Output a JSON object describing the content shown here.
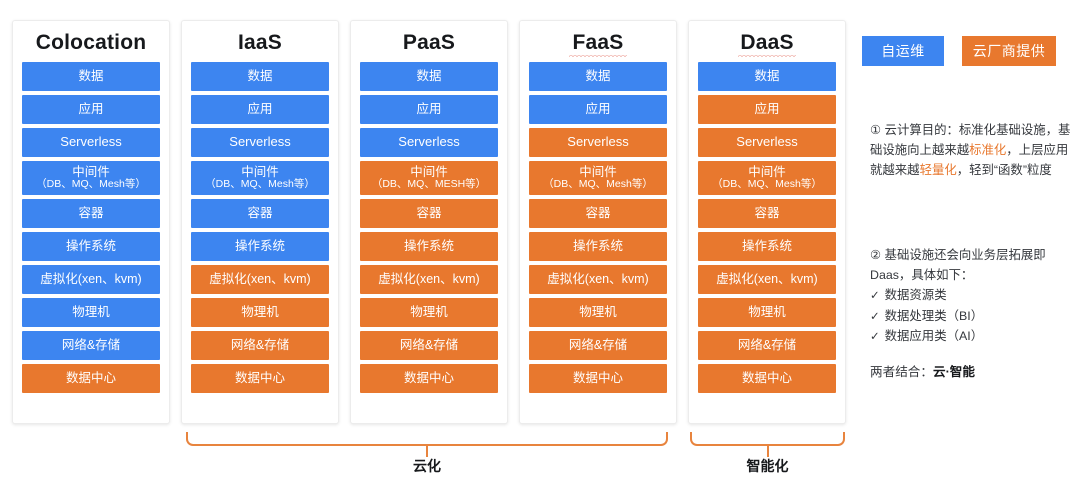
{
  "diagram": {
    "title_hidden": "",
    "columns": [
      {
        "name": "Colocation",
        "squiggle": false,
        "layers": [
          {
            "label": "数据",
            "sub": "",
            "color": "blue"
          },
          {
            "label": "应用",
            "sub": "",
            "color": "blue"
          },
          {
            "label": "Serverless",
            "sub": "",
            "color": "blue"
          },
          {
            "label": "中间件",
            "sub": "（DB、MQ、Mesh等）",
            "color": "blue"
          },
          {
            "label": "容器",
            "sub": "",
            "color": "blue"
          },
          {
            "label": "操作系统",
            "sub": "",
            "color": "blue"
          },
          {
            "label": "虚拟化(xen、kvm)",
            "sub": "",
            "color": "blue"
          },
          {
            "label": "物理机",
            "sub": "",
            "color": "blue"
          },
          {
            "label": "网络&存储",
            "sub": "",
            "color": "blue"
          },
          {
            "label": "数据中心",
            "sub": "",
            "color": "orange"
          }
        ]
      },
      {
        "name": "IaaS",
        "squiggle": false,
        "layers": [
          {
            "label": "数据",
            "sub": "",
            "color": "blue"
          },
          {
            "label": "应用",
            "sub": "",
            "color": "blue"
          },
          {
            "label": "Serverless",
            "sub": "",
            "color": "blue"
          },
          {
            "label": "中间件",
            "sub": "（DB、MQ、Mesh等）",
            "color": "blue"
          },
          {
            "label": "容器",
            "sub": "",
            "color": "blue"
          },
          {
            "label": "操作系统",
            "sub": "",
            "color": "blue"
          },
          {
            "label": "虚拟化(xen、kvm)",
            "sub": "",
            "color": "orange"
          },
          {
            "label": "物理机",
            "sub": "",
            "color": "orange"
          },
          {
            "label": "网络&存储",
            "sub": "",
            "color": "orange"
          },
          {
            "label": "数据中心",
            "sub": "",
            "color": "orange"
          }
        ]
      },
      {
        "name": "PaaS",
        "squiggle": false,
        "layers": [
          {
            "label": "数据",
            "sub": "",
            "color": "blue"
          },
          {
            "label": "应用",
            "sub": "",
            "color": "blue"
          },
          {
            "label": "Serverless",
            "sub": "",
            "color": "blue"
          },
          {
            "label": "中间件",
            "sub": "（DB、MQ、MESH等）",
            "color": "orange"
          },
          {
            "label": "容器",
            "sub": "",
            "color": "orange"
          },
          {
            "label": "操作系统",
            "sub": "",
            "color": "orange"
          },
          {
            "label": "虚拟化(xen、kvm)",
            "sub": "",
            "color": "orange"
          },
          {
            "label": "物理机",
            "sub": "",
            "color": "orange"
          },
          {
            "label": "网络&存储",
            "sub": "",
            "color": "orange"
          },
          {
            "label": "数据中心",
            "sub": "",
            "color": "orange"
          }
        ]
      },
      {
        "name": "FaaS",
        "squiggle": true,
        "layers": [
          {
            "label": "数据",
            "sub": "",
            "color": "blue"
          },
          {
            "label": "应用",
            "sub": "",
            "color": "blue"
          },
          {
            "label": "Serverless",
            "sub": "",
            "color": "orange"
          },
          {
            "label": "中间件",
            "sub": "（DB、MQ、Mesh等）",
            "color": "orange"
          },
          {
            "label": "容器",
            "sub": "",
            "color": "orange"
          },
          {
            "label": "操作系统",
            "sub": "",
            "color": "orange"
          },
          {
            "label": "虚拟化(xen、kvm)",
            "sub": "",
            "color": "orange"
          },
          {
            "label": "物理机",
            "sub": "",
            "color": "orange"
          },
          {
            "label": "网络&存储",
            "sub": "",
            "color": "orange"
          },
          {
            "label": "数据中心",
            "sub": "",
            "color": "orange"
          }
        ]
      },
      {
        "name": "DaaS",
        "squiggle": true,
        "layers": [
          {
            "label": "数据",
            "sub": "",
            "color": "blue"
          },
          {
            "label": "应用",
            "sub": "",
            "color": "orange"
          },
          {
            "label": "Serverless",
            "sub": "",
            "color": "orange"
          },
          {
            "label": "中间件",
            "sub": "（DB、MQ、Mesh等）",
            "color": "orange"
          },
          {
            "label": "容器",
            "sub": "",
            "color": "orange"
          },
          {
            "label": "操作系统",
            "sub": "",
            "color": "orange"
          },
          {
            "label": "虚拟化(xen、kvm)",
            "sub": "",
            "color": "orange"
          },
          {
            "label": "物理机",
            "sub": "",
            "color": "orange"
          },
          {
            "label": "网络&存储",
            "sub": "",
            "color": "orange"
          },
          {
            "label": "数据中心",
            "sub": "",
            "color": "orange"
          }
        ]
      }
    ],
    "brackets": [
      {
        "label": "云化",
        "spans": "IaaS–FaaS"
      },
      {
        "label": "智能化",
        "spans": "DaaS"
      }
    ]
  },
  "legend": {
    "self_managed": "自运维",
    "cloud_provided": "云厂商提供"
  },
  "notes": {
    "note1": {
      "marker": "①",
      "part1": " 云计算目的：标准化基础设施，基础设施向上越来越",
      "hl1": "标准化",
      "part2": "，上层应用就越来越",
      "hl2": "轻量化",
      "part3": "，轻到“函数”粒度"
    },
    "note2": {
      "marker": "②",
      "text": " 基础设施还会向业务层拓展即Daas，具体如下：",
      "check": "✓",
      "items": [
        "数据资源类",
        "数据处理类（BI）",
        "数据应用类（AI）"
      ]
    },
    "note3": {
      "prefix": "两者结合：",
      "strong": "云·智能"
    }
  },
  "colors": {
    "blue": "#3d85f0",
    "orange": "#e8782e",
    "bracket": "#e8843e",
    "text_dark": "#17191c"
  }
}
